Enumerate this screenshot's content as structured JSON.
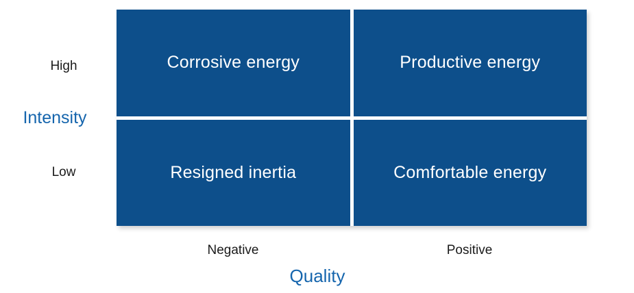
{
  "matrix": {
    "quadrants": [
      {
        "position": "top-left",
        "label": "Corrosive energy"
      },
      {
        "position": "top-right",
        "label": "Productive energy"
      },
      {
        "position": "bottom-left",
        "label": "Resigned inertia"
      },
      {
        "position": "bottom-right",
        "label": "Comfortable energy"
      }
    ]
  },
  "axes": {
    "y": {
      "title": "Intensity",
      "ticks": {
        "high": "High",
        "low": "Low"
      }
    },
    "x": {
      "title": "Quality",
      "ticks": {
        "negative": "Negative",
        "positive": "Positive"
      }
    }
  },
  "colors": {
    "quadrant_fill": "#0d4f8b",
    "quadrant_text": "#ffffff",
    "axis_title": "#1565ad",
    "tick_label": "#1a1a1a",
    "divider": "#ffffff",
    "background": "#ffffff"
  }
}
